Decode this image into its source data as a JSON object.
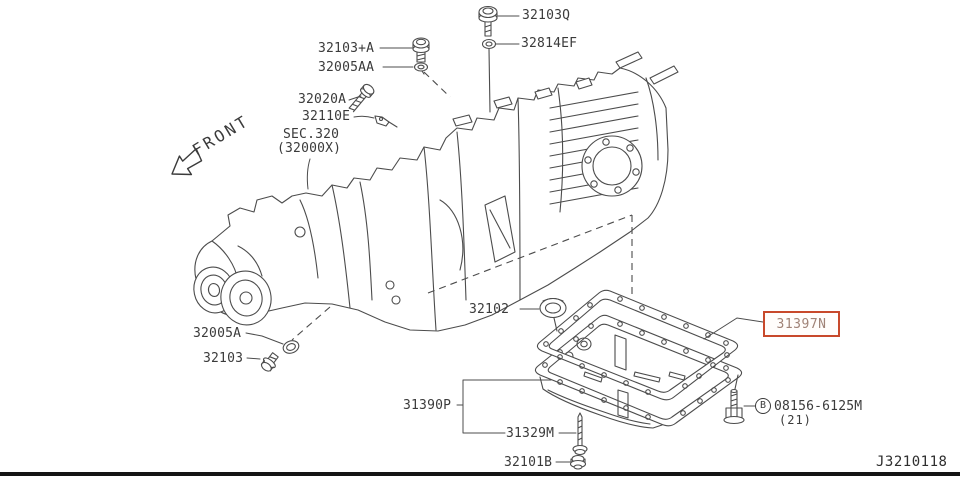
{
  "diagram": {
    "code": "J3210118",
    "front_indicator": "FRONT",
    "section_reference": {
      "title": "SEC.320",
      "subtitle": "(32000X)"
    },
    "highlight": {
      "part": "31397N",
      "border_color": "#c8492b",
      "text_color": "#a08377"
    },
    "callouts": {
      "bolt_32103Q": "32103Q",
      "washer_32814EF": "32814EF",
      "bolt_32103A": "32103+A",
      "washer_32005AA": "32005AA",
      "bolt_32020A": "32020A",
      "clip_32110E": "32110E",
      "washer_32005A": "32005A",
      "plug_32103": "32103",
      "seal_32102": "32102",
      "pan_31390P": "31390P",
      "bolt_31329M": "31329M",
      "plug_32101B": "32101B"
    },
    "bolt_spec": {
      "prefix": "B",
      "number": "08156-6125M",
      "quantity": "(21)"
    }
  }
}
